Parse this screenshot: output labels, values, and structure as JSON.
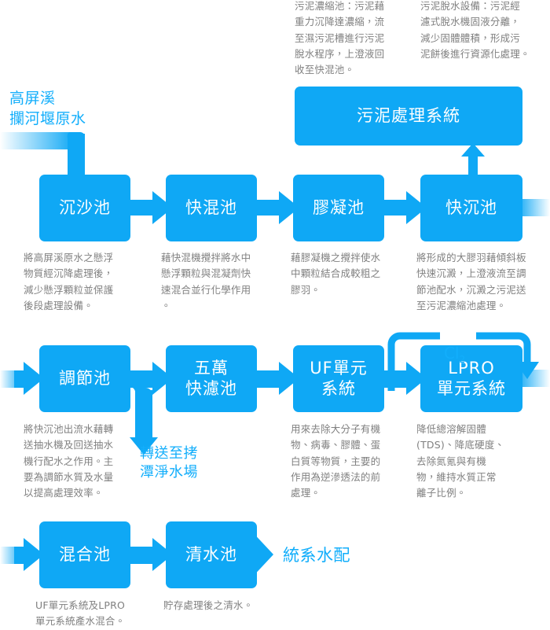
{
  "diagram": {
    "title_source": "高屏溪\n攔河堰原水",
    "accent_color": "#0FA8F5",
    "caption_color": "#808080",
    "label_color": "#12AEFB",
    "chemical_label": "Cl",
    "chemical_sub": "2",
    "branch_label": "轉送至拷\n潭淨水場",
    "output_label": "統系水配"
  },
  "nodes": {
    "sludge_system": "污泥處理系統",
    "grit": "沉沙池",
    "rapid_mix": "快混池",
    "floc": "膠凝池",
    "rapid_settle": "快沉池",
    "equalization": "調節池",
    "rapid_filter": "五萬\n快濾池",
    "uf": "UF單元\n系統",
    "lpro": "LPRO\n單元系統",
    "blend": "混合池",
    "clearwell": "清水池"
  },
  "captions": {
    "sludge_thickener": "污泥濃縮池：污泥藉\n重力沉降達濃縮，流\n至濕污泥槽進行污泥\n脫水程序，上澄液回\n收至快混池。",
    "sludge_dewater": "污泥脫水設備：污泥經\n濾式脫水機固液分離，\n減少固體體積，形成污\n泥餅後進行資源化處理。",
    "grit": "將高屏溪原水之懸浮\n物質經沉降處理後，\n減少懸浮顆粒並保護\n後段處理設備。",
    "rapid_mix": "藉快混機攪拌將水中\n懸浮顆粒與混凝劑快\n速混合並行化學作用\n。",
    "floc": "藉膠凝機之攪拌使水\n中顆粒結合成較粗之\n膠羽。",
    "rapid_settle": "將形成的大膠羽藉傾斜板\n快速沉澱，上澄液流至調\n節池配水，沉澱之污泥送\n至污泥濃縮池處理。",
    "equalization": "將快沉池出流水藉轉\n送抽水機及回送抽水\n機行配水之作用。主\n要為調節水質及水量\n以提高處理效率。",
    "uf": "用來去除大分子有機\n物、病毒、膠體、蛋\n白質等物質，主要的\n作用為逆滲透法的前\n處理。",
    "lpro": "降低總溶解固體\n(TDS)、降底硬度、\n去除氮氪與有機\n物，維持水質正常\n離子比例。",
    "blend": "UF單元系統及LPRO\n單元系統產水混合。",
    "clearwell": "貯存處理後之清水。"
  }
}
